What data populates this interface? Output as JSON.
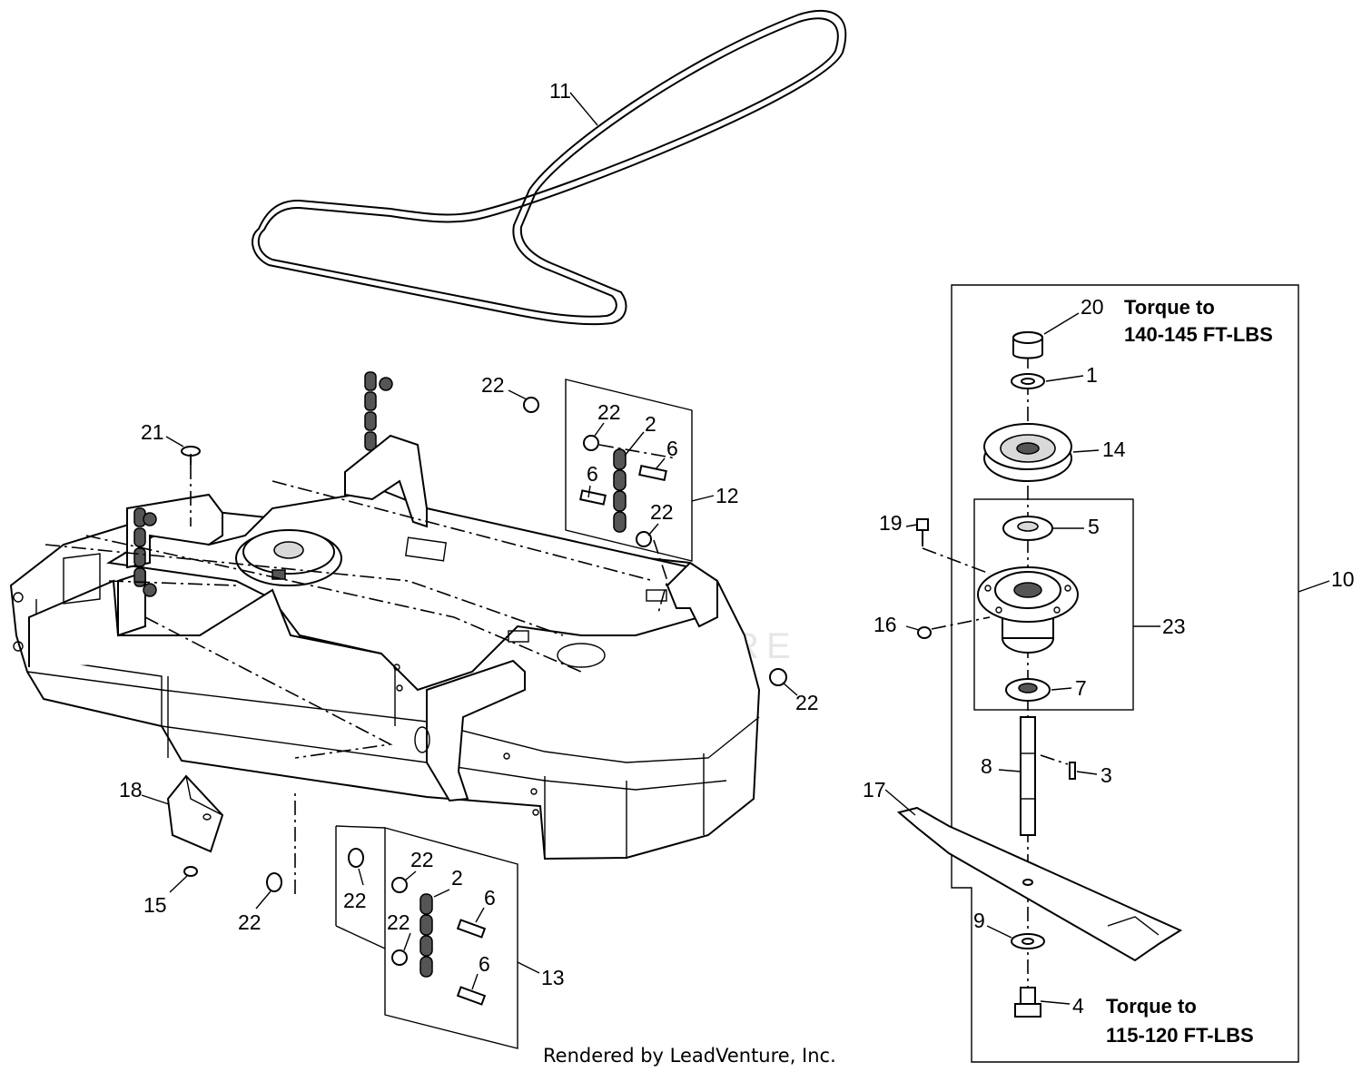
{
  "watermark": {
    "text": "LEADVENTURE"
  },
  "footer": {
    "credit": "Rendered by LeadVenture, Inc."
  },
  "callouts": [
    {
      "id": "11",
      "text": "11"
    },
    {
      "id": "22a",
      "text": "22"
    },
    {
      "id": "22b",
      "text": "22"
    },
    {
      "id": "22c",
      "text": "22"
    },
    {
      "id": "22d",
      "text": "22"
    },
    {
      "id": "22e",
      "text": "22"
    },
    {
      "id": "22f",
      "text": "22"
    },
    {
      "id": "22g",
      "text": "22"
    },
    {
      "id": "22h",
      "text": "22"
    },
    {
      "id": "21",
      "text": "21"
    },
    {
      "id": "2a",
      "text": "2"
    },
    {
      "id": "2b",
      "text": "2"
    },
    {
      "id": "6a",
      "text": "6"
    },
    {
      "id": "6b",
      "text": "6"
    },
    {
      "id": "6c",
      "text": "6"
    },
    {
      "id": "6d",
      "text": "6"
    },
    {
      "id": "12",
      "text": "12"
    },
    {
      "id": "13",
      "text": "13"
    },
    {
      "id": "18",
      "text": "18"
    },
    {
      "id": "15",
      "text": "15"
    },
    {
      "id": "20",
      "text": "20"
    },
    {
      "id": "1",
      "text": "1"
    },
    {
      "id": "14",
      "text": "14"
    },
    {
      "id": "5",
      "text": "5"
    },
    {
      "id": "19",
      "text": "19"
    },
    {
      "id": "16",
      "text": "16"
    },
    {
      "id": "23",
      "text": "23"
    },
    {
      "id": "10",
      "text": "10"
    },
    {
      "id": "7",
      "text": "7"
    },
    {
      "id": "8",
      "text": "8"
    },
    {
      "id": "3",
      "text": "3"
    },
    {
      "id": "17",
      "text": "17"
    },
    {
      "id": "9",
      "text": "9"
    },
    {
      "id": "4",
      "text": "4"
    }
  ],
  "torque_notes": {
    "top": {
      "line1": "Torque to",
      "line2": "140-145 FT-LBS"
    },
    "bottom": {
      "line1": "Torque to",
      "line2": "115-120 FT-LBS"
    }
  }
}
